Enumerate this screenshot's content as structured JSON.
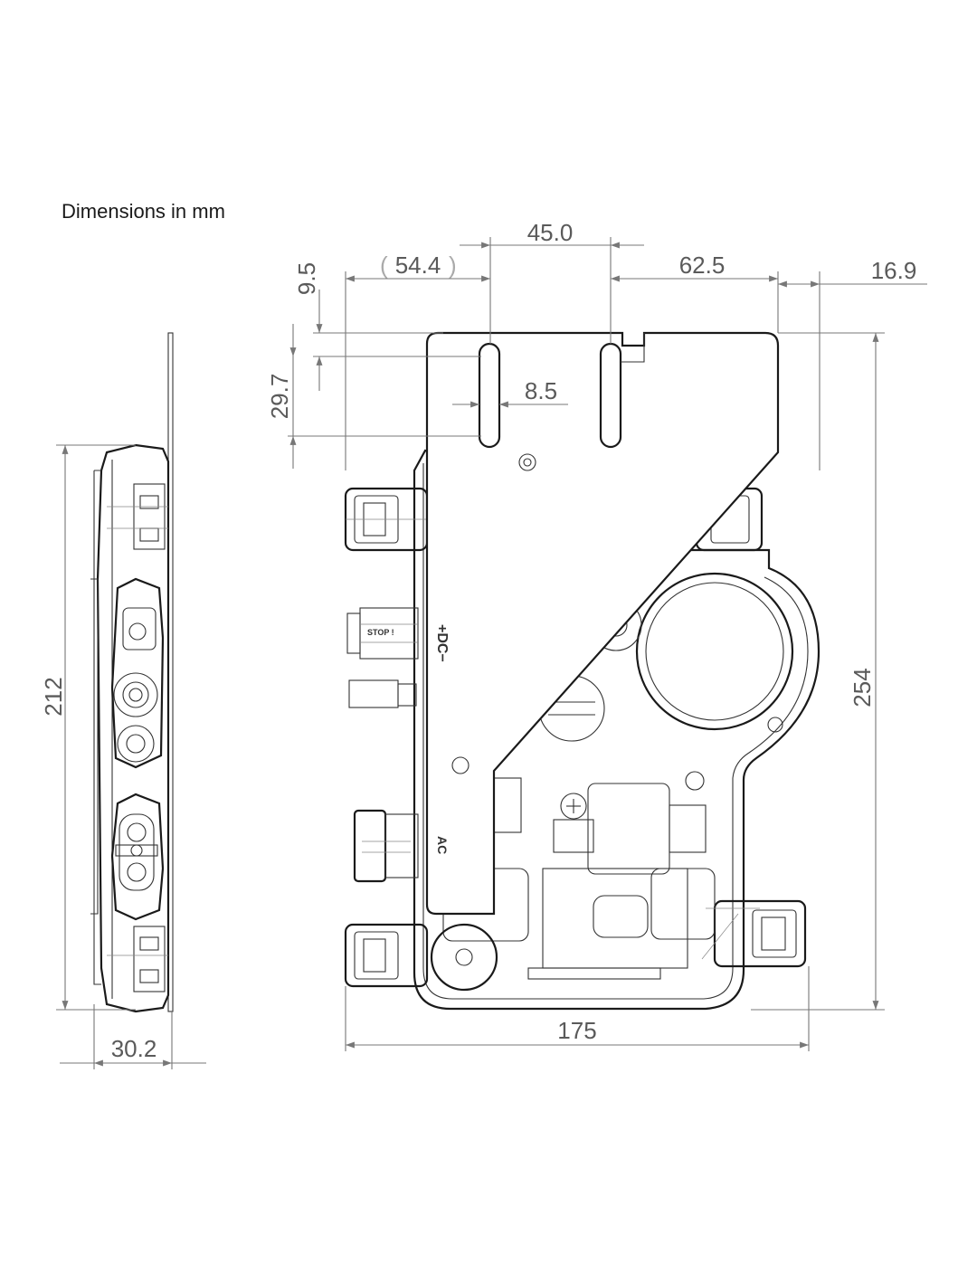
{
  "title": "Dimensions in mm",
  "dimensions": {
    "d_45_0": "45.0",
    "d_54_4": "54.4",
    "d_62_5": "62.5",
    "d_16_9": "16.9",
    "d_9_5": "9.5",
    "d_29_7": "29.7",
    "d_8_5": "8.5",
    "d_212": "212",
    "d_254": "254",
    "d_175": "175",
    "d_30_2": "30.2"
  },
  "labels": {
    "dc": "+DC−",
    "ac": "AC",
    "stop": "STOP !"
  },
  "colors": {
    "outline": "#1a1a1a",
    "dimension": "#777777",
    "text": "#5a5a5a"
  }
}
